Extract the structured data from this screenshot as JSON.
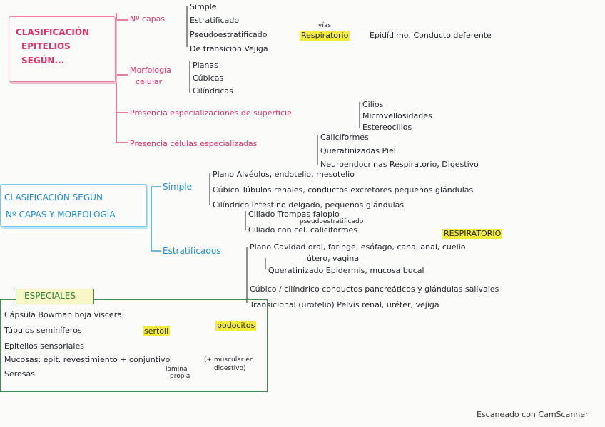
{
  "pink_box": {
    "line1": "CLASIFICACIÓN",
    "line2": "EPITELIOS",
    "line3": "SEGÚN..."
  },
  "pink_branches": {
    "capas": {
      "label": "Nº capas",
      "items": [
        "Simple",
        "Estratificado",
        "Pseudoestratificado",
        "De transición Vejiga"
      ],
      "vias": "vías",
      "resp": "Respiratorio",
      "pseudo_rest": "Epidídimo, Conducto deferente"
    },
    "morfologia": {
      "label1": "Morfología",
      "label2": "celular",
      "items": [
        "Planas",
        "Cúbicas",
        "Cilíndricas"
      ]
    },
    "superficie": {
      "label": "Presencia especializaciones de superficie",
      "items": [
        "Cilios",
        "Microvellosidades",
        "Estereocilios"
      ]
    },
    "celulas": {
      "label": "Presencia células especializadas",
      "items": [
        "Caliciformes",
        "Queratinizadas  Piel",
        "Neuroendocrinas  Respiratorio, Digestivo"
      ]
    }
  },
  "blue_box": {
    "line1": "CLASIFICACIÓN SEGÚN",
    "line2": "Nº CAPAS Y MORFOLOGÍA"
  },
  "simple": {
    "label": "Simple",
    "plano": "Plano  Alvéolos, endotelio, mesotelio",
    "cubico": "Cúbico  Túbulos renales, conductos excretores pequeños glándulas",
    "cilindrico": "Cilíndrico  Intestino delgado, pequeños glándulas",
    "ciliado": "Ciliado  Trompas falopio",
    "ciliado_cal": "Ciliado con cel. caliciformes",
    "pseudo_note": "pseudoestratificado",
    "resp": "RESPIRATORIO"
  },
  "estratificados": {
    "label": "Estratificados",
    "plano": "Plano  Cavidad oral, faringe, esófago, canal anal, cuello",
    "plano2": "útero, vagina",
    "queratinizado": "Queratinizado  Epidermis, mucosa bucal",
    "cubico": "Cúbico / cilíndrico  conductos pancreáticos y glándulas salivales",
    "transicional": "Transicional (urotelio)  Pelvis renal, uréter, vejiga"
  },
  "especiales": {
    "title": "ESPECIALES",
    "items": [
      "Cápsula Bowman hoja visceral",
      "Túbulos seminíferos",
      "Epitelios sensoriales",
      "Mucosas: epit. revestimiento + conjuntivo",
      "Serosas"
    ],
    "podocitos": "podocitos",
    "seroli": "sertoli",
    "lamina1": "lámina",
    "lamina2": "propia",
    "muscular1": "(+ muscular en",
    "muscular2": "digestivo)"
  },
  "footer": {
    "scanner": "Escaneado con CamScanner"
  },
  "colors": {
    "pink": "#e0316b",
    "blue": "#1b8fd6",
    "green": "#2f7f3b",
    "highlight": "#f4ec3d"
  }
}
